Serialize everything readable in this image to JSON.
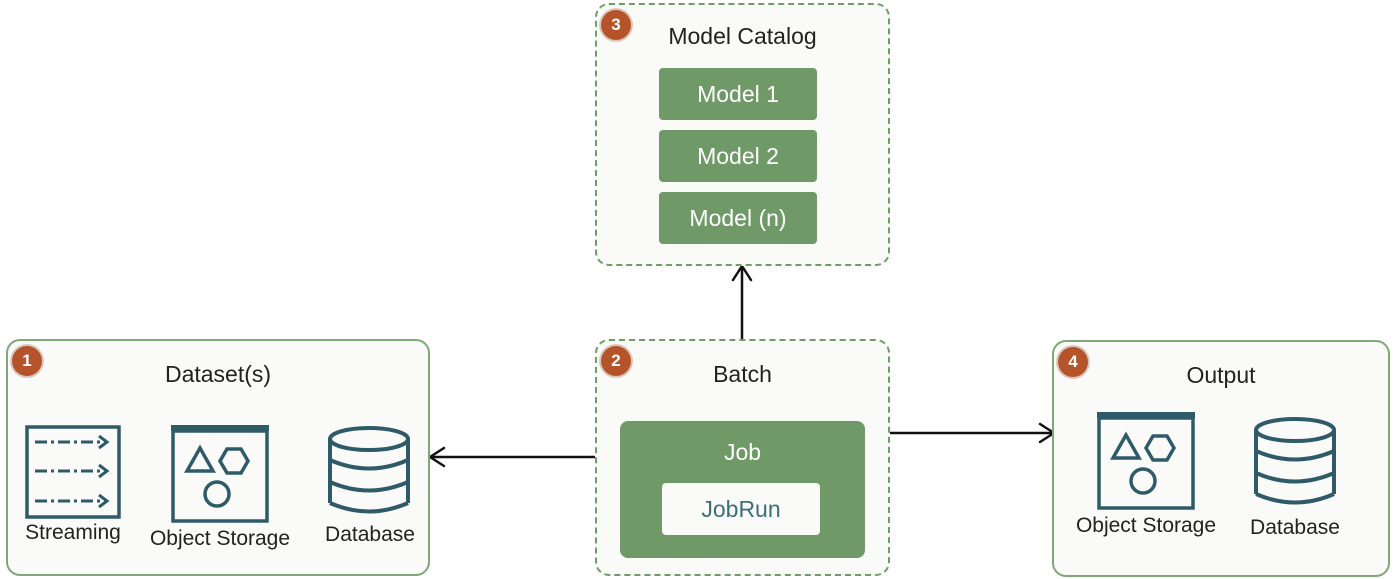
{
  "catalog": {
    "number": "3",
    "title": "Model Catalog",
    "models": [
      "Model 1",
      "Model 2",
      "Model (n)"
    ]
  },
  "datasets": {
    "number": "1",
    "title": "Dataset(s)",
    "items": [
      "Streaming",
      "Object Storage",
      "Database"
    ]
  },
  "batch": {
    "number": "2",
    "title": "Batch",
    "job_label": "Job",
    "jobrun_label": "JobRun"
  },
  "output": {
    "number": "4",
    "title": "Output",
    "items": [
      "Object Storage",
      "Database"
    ]
  },
  "colors": {
    "accent_green": "#6f9a68",
    "badge_orange": "#b5542a",
    "icon_teal": "#2f5b69"
  }
}
